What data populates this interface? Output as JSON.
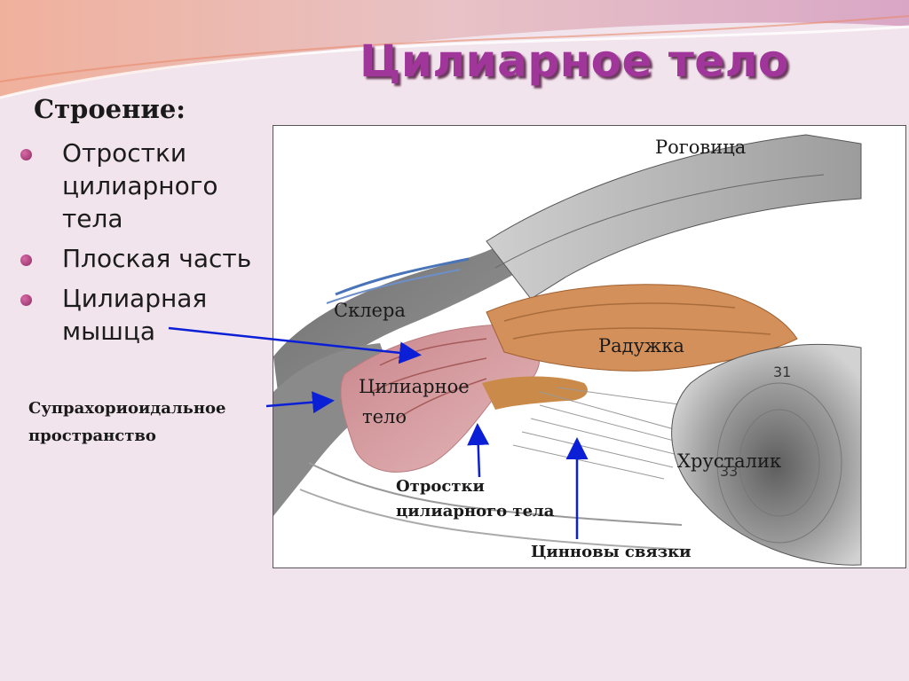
{
  "title": "Цилиарное тело",
  "subtitle": "Строение:",
  "bullets": [
    {
      "lines": [
        "Отростки",
        "цилиарного",
        "тела"
      ]
    },
    {
      "lines": [
        "Плоская часть"
      ]
    },
    {
      "lines": [
        "Цилиарная",
        "мышца"
      ]
    }
  ],
  "labels": {
    "cornea": "Роговица",
    "sclera": "Склера",
    "iris": "Радужка",
    "ciliary_body_1": "Цилиарное",
    "ciliary_body_2": "тело",
    "lens": "Хрусталик",
    "suprachoroidal_1": "Супрахориоидальное",
    "suprachoroidal_2": "пространство",
    "processes_1": "Отростки",
    "processes_2": "цилиарного тела",
    "zonules": "Цинновы связки",
    "num_31": "31",
    "num_33": "33"
  },
  "colors": {
    "title": "#a0369a",
    "background": "#f2e4ec",
    "arrow": "#0b1fd6",
    "bullet": "#b2447f"
  }
}
